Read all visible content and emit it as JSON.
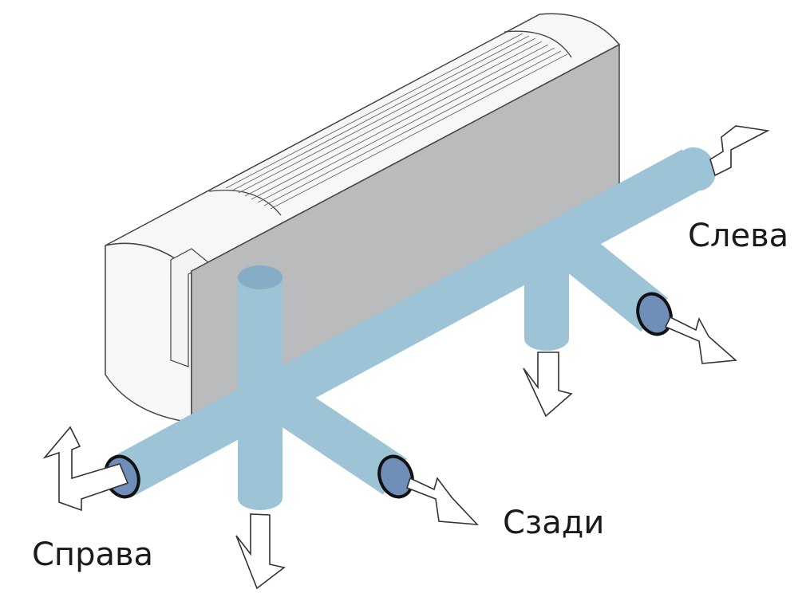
{
  "labels": {
    "left": "Слева",
    "back": "Сзади",
    "right": "Справа"
  },
  "colors": {
    "pipe": "#9dc3d6",
    "pipe_end": "#6f8fb8",
    "unit_front": "#b9bbbc",
    "unit_body": "#f7f7f7",
    "outline": "#444444"
  }
}
